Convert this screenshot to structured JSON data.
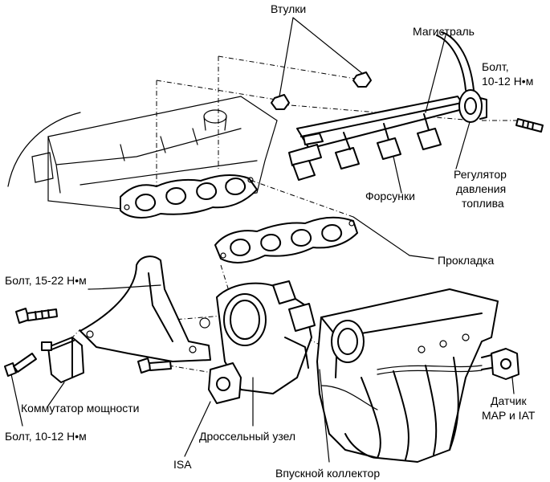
{
  "labels": {
    "vtulki": "Втулки",
    "magistral": "Магистраль",
    "bolt_top_1": "Болт,",
    "bolt_top_2": "10-12 Н•м",
    "regulator_1": "Регулятор",
    "regulator_2": "давления",
    "regulator_3": "топлива",
    "forsunki": "Форсунки",
    "prokladka": "Прокладка",
    "bolt_15_22": "Болт, 15-22 Н•м",
    "kommutator": "Коммутатор мощности",
    "bolt_bottom": "Болт, 10-12 Н•м",
    "drossel": "Дроссельный узел",
    "isa": "ISA",
    "vpusk": "Впускной коллектор",
    "datchik_1": "Датчик",
    "datchik_2": "MAP и IAT"
  }
}
